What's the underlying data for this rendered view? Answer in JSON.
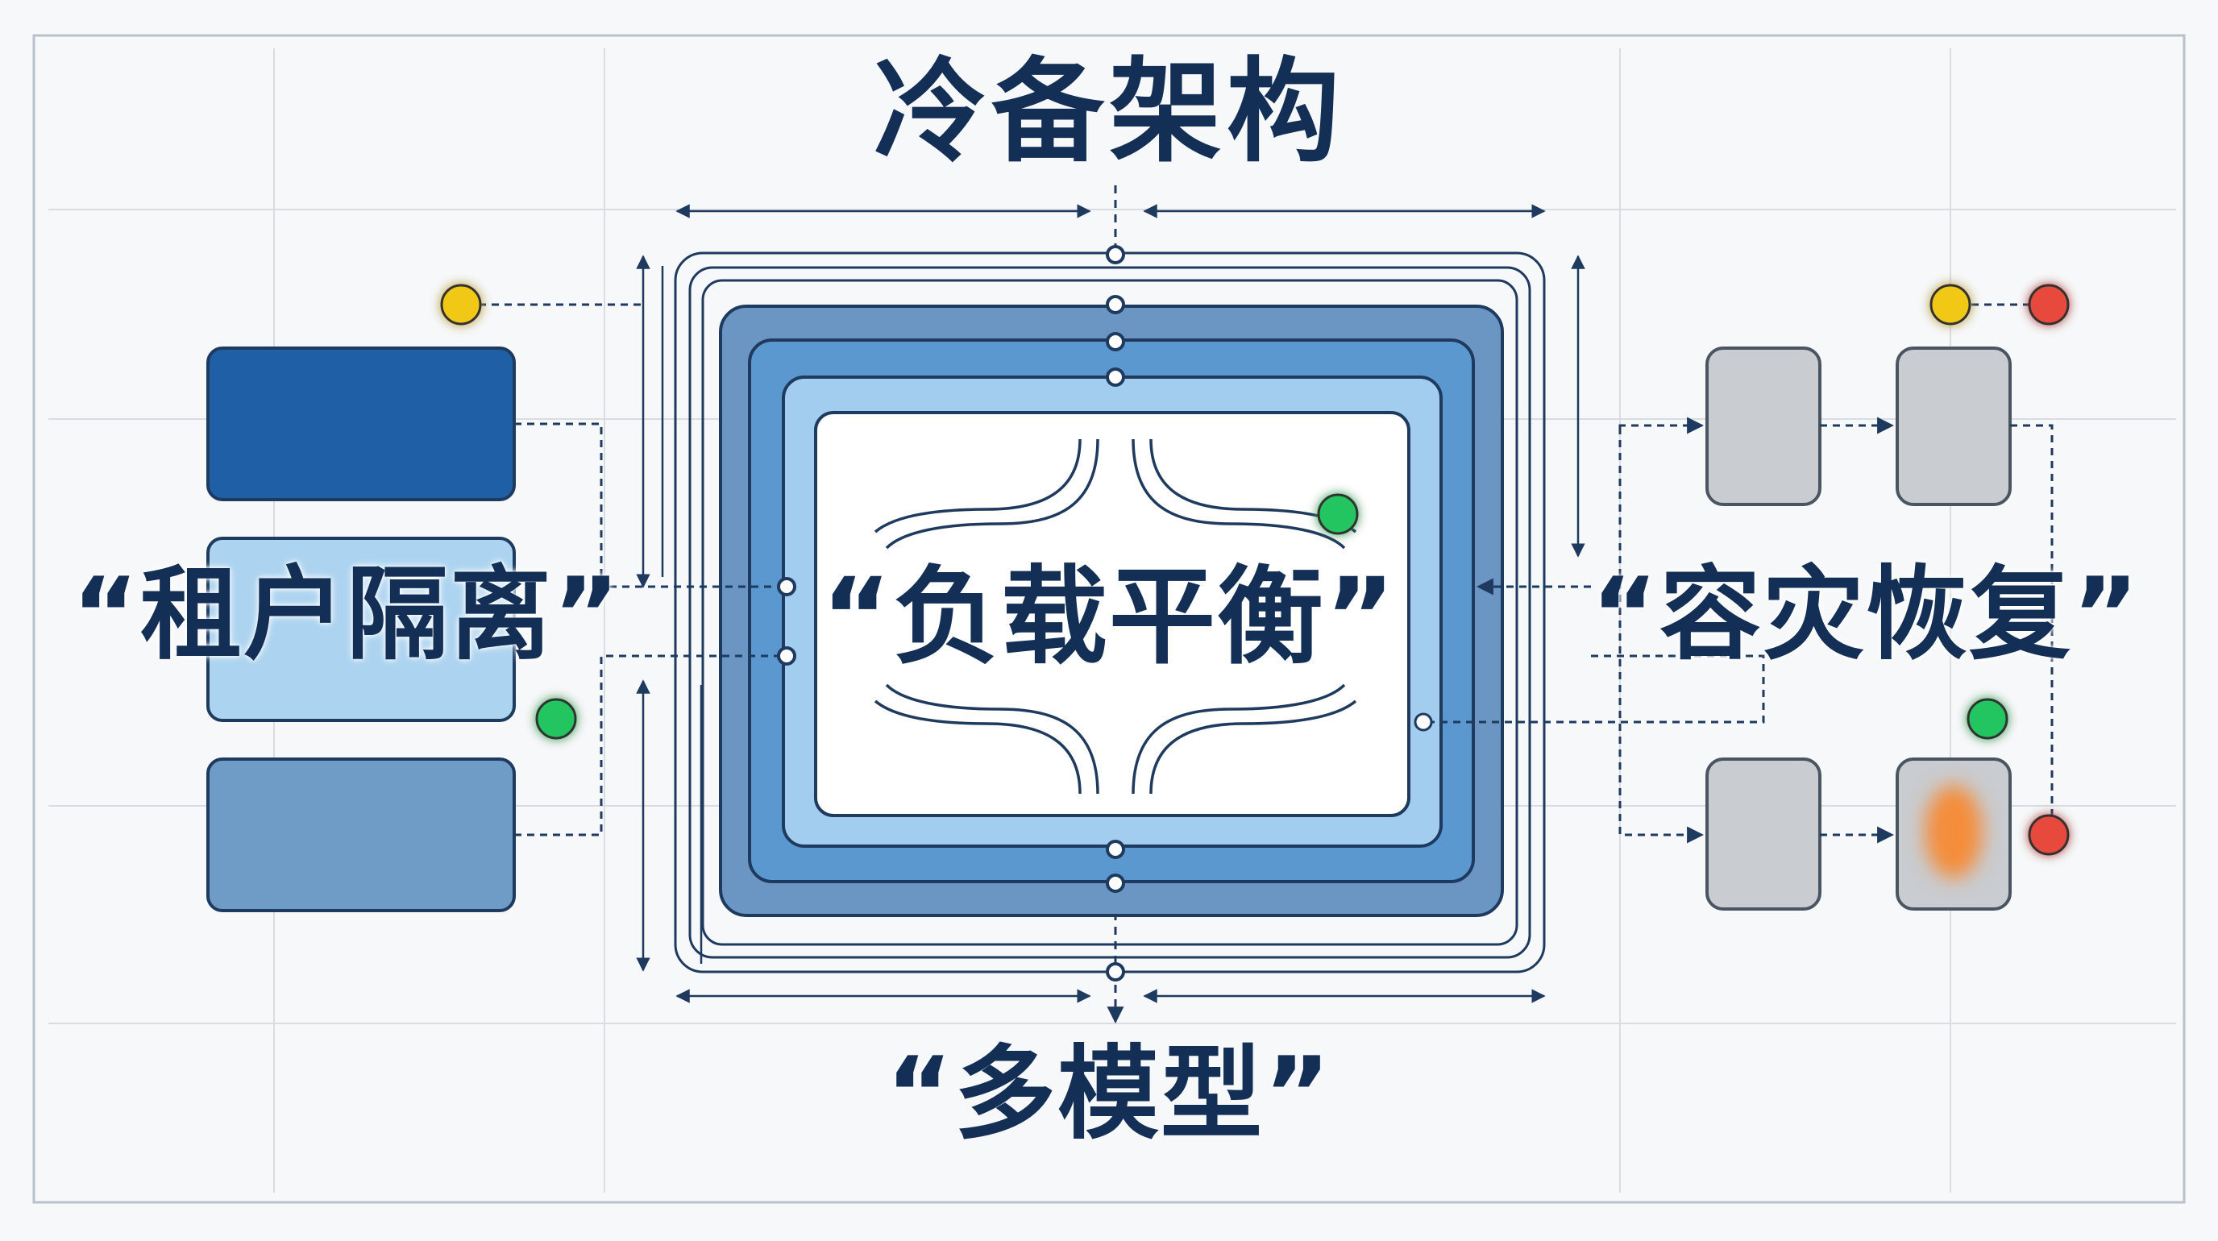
{
  "diagram": {
    "title": "冷备架构",
    "labels": {
      "left": "“租户隔离”",
      "center": "“负载平衡”",
      "right": "“容灾恢复”",
      "bottom": "“多模型”"
    },
    "colors": {
      "text": "#142f56",
      "line": "#1f3a5f",
      "tenant_dark": "#1f5fa6",
      "tenant_light": "#acd3f0",
      "tenant_mid": "#6f9cc6",
      "ring_1": "#6b95c2",
      "ring_2": "#5b98cf",
      "ring_3": "#a3cdee",
      "core": "#ffffff",
      "dr_box": "#c9ccd1",
      "dr_box_alert": "#f48d3b",
      "status_ok": "#22c55e",
      "status_warn": "#f2c818",
      "status_error": "#e84a3c"
    },
    "tenant_blocks": [
      "tenant-block-top",
      "tenant-block-middle",
      "tenant-block-bottom"
    ],
    "status_indicators": [
      {
        "name": "status-dot-tenant-top",
        "state": "warning"
      },
      {
        "name": "status-dot-tenant-bottom",
        "state": "ok"
      },
      {
        "name": "status-dot-core",
        "state": "ok"
      },
      {
        "name": "status-dot-dr-warning",
        "state": "warning"
      },
      {
        "name": "status-dot-dr-error-top",
        "state": "error"
      },
      {
        "name": "status-dot-dr-ok",
        "state": "ok"
      },
      {
        "name": "status-dot-dr-error-bottom",
        "state": "error"
      }
    ]
  }
}
